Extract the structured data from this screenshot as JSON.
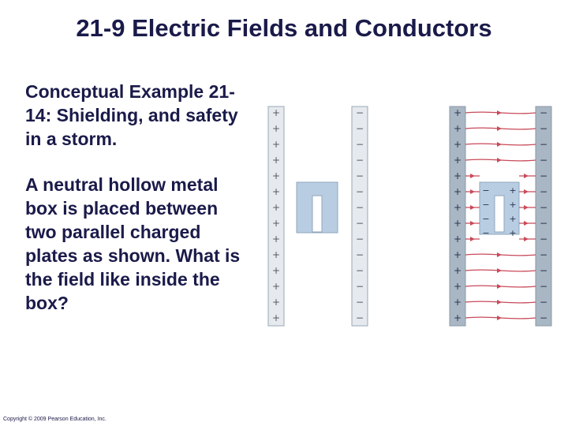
{
  "slide": {
    "title": "21-9 Electric Fields and Conductors",
    "example_heading": "Conceptual Example 21-14: Shielding, and safety in a storm.",
    "question": "A neutral hollow metal box is placed between two parallel charged plates as shown. What is the field like inside the box?",
    "copyright": "Copyright © 2009 Pearson Education, Inc."
  },
  "figure": {
    "plus_sign": "+",
    "minus_sign": "−",
    "colors": {
      "plate_fill": "#e6e9ee",
      "plate_fill_dark": "#a9b6c3",
      "plate_stroke": "#9aa8b6",
      "box_outer": "#b9cde2",
      "box_inner": "#ffffff",
      "field_line": "#c84a5a",
      "sign_color": "#555a66",
      "sign_color_dark": "#2a3550"
    }
  }
}
